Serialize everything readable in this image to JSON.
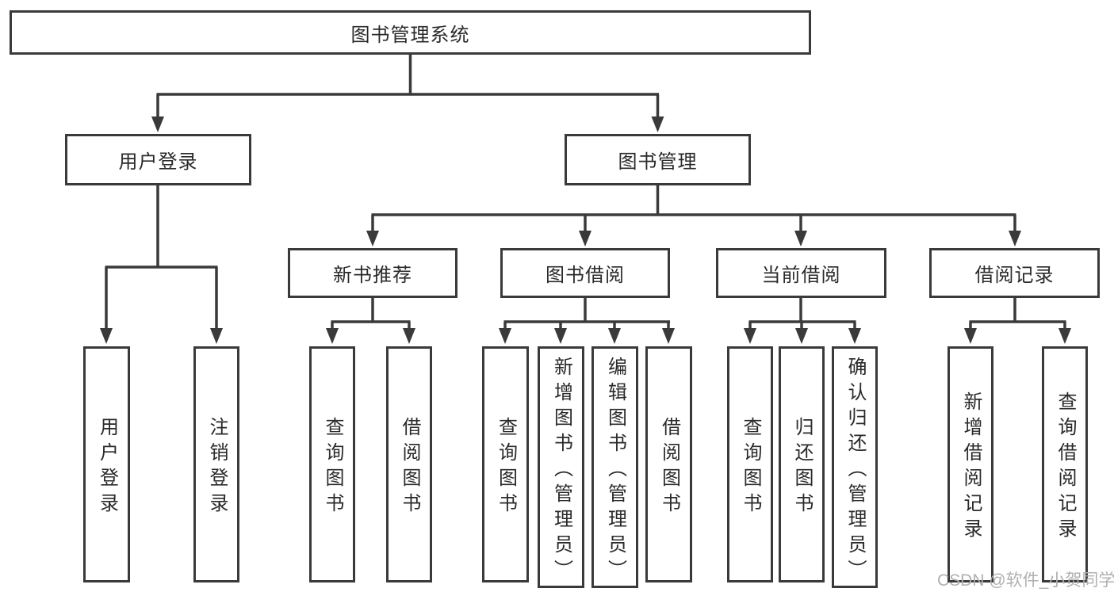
{
  "palette": {
    "line": "#3a3a3a",
    "text": "#2a2a2a",
    "box_background": "#ffffff",
    "page_background": "#ffffff",
    "watermark": "#b0b0b0"
  },
  "diagram": {
    "root": {
      "label": "图书管理系统"
    },
    "branches": [
      {
        "label": "用户登录",
        "leaves": [
          {
            "label": "用户登录"
          },
          {
            "label": "注销登录"
          }
        ]
      },
      {
        "label": "图书管理",
        "groups": [
          {
            "label": "新书推荐",
            "leaves": [
              {
                "label": "查询图书"
              },
              {
                "label": "借阅图书"
              }
            ]
          },
          {
            "label": "图书借阅",
            "leaves": [
              {
                "label": "查询图书"
              },
              {
                "label": "新增图书（管理员）"
              },
              {
                "label": "编辑图书（管理员）"
              },
              {
                "label": "借阅图书"
              }
            ]
          },
          {
            "label": "当前借阅",
            "leaves": [
              {
                "label": "查询图书"
              },
              {
                "label": "归还图书"
              },
              {
                "label": "确认归还（管理员）"
              }
            ]
          },
          {
            "label": "借阅记录",
            "leaves": [
              {
                "label": "新增借阅记录"
              },
              {
                "label": "查询借阅记录"
              }
            ]
          }
        ]
      }
    ]
  },
  "watermark": {
    "label": "CSDN @软件_小贺同学"
  }
}
